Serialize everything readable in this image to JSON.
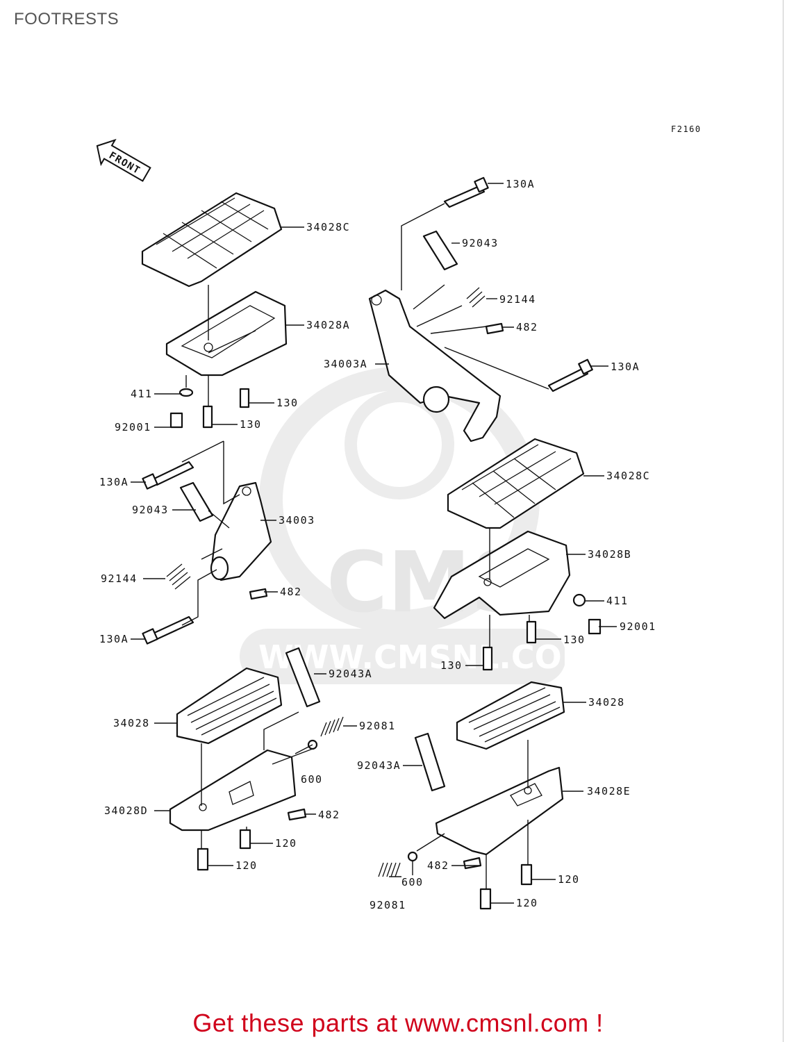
{
  "title": "FOOTRESTS",
  "diagram_code": "F2160",
  "front_arrow_text": "FRONT",
  "watermark": {
    "site_text": "WWW.CMSNL.COM",
    "logo_text": "CMS"
  },
  "callouts": [
    {
      "id": "c-130a-top",
      "label": "130A"
    },
    {
      "id": "c-34028c-left",
      "label": "34028C"
    },
    {
      "id": "c-92043-right",
      "label": "92043"
    },
    {
      "id": "c-92144-right",
      "label": "92144"
    },
    {
      "id": "c-482-right",
      "label": "482"
    },
    {
      "id": "c-34028a",
      "label": "34028A"
    },
    {
      "id": "c-34003a",
      "label": "34003A"
    },
    {
      "id": "c-130a-right",
      "label": "130A"
    },
    {
      "id": "c-411-left",
      "label": "411"
    },
    {
      "id": "c-130-left-a",
      "label": "130"
    },
    {
      "id": "c-92001-left",
      "label": "92001"
    },
    {
      "id": "c-130-left-b",
      "label": "130"
    },
    {
      "id": "c-130a-left-a",
      "label": "130A"
    },
    {
      "id": "c-34028c-right",
      "label": "34028C"
    },
    {
      "id": "c-92043-left",
      "label": "92043"
    },
    {
      "id": "c-34003",
      "label": "34003"
    },
    {
      "id": "c-34028b",
      "label": "34028B"
    },
    {
      "id": "c-92144-left",
      "label": "92144"
    },
    {
      "id": "c-482-left",
      "label": "482"
    },
    {
      "id": "c-411-right",
      "label": "411"
    },
    {
      "id": "c-92001-right",
      "label": "92001"
    },
    {
      "id": "c-130a-left-b",
      "label": "130A"
    },
    {
      "id": "c-130-right-a",
      "label": "130"
    },
    {
      "id": "c-130-right-b",
      "label": "130"
    },
    {
      "id": "c-92043a-left",
      "label": "92043A"
    },
    {
      "id": "c-34028-left",
      "label": "34028"
    },
    {
      "id": "c-92081-left",
      "label": "92081"
    },
    {
      "id": "c-34028-right",
      "label": "34028"
    },
    {
      "id": "c-600-left",
      "label": "600"
    },
    {
      "id": "c-92043a-right",
      "label": "92043A"
    },
    {
      "id": "c-34028e",
      "label": "34028E"
    },
    {
      "id": "c-34028d",
      "label": "34028D"
    },
    {
      "id": "c-482-lower-left",
      "label": "482"
    },
    {
      "id": "c-120-left-a",
      "label": "120"
    },
    {
      "id": "c-120-left-b",
      "label": "120"
    },
    {
      "id": "c-482-lower-right",
      "label": "482"
    },
    {
      "id": "c-120-right-a",
      "label": "120"
    },
    {
      "id": "c-600-right",
      "label": "600"
    },
    {
      "id": "c-92081-right",
      "label": "92081"
    },
    {
      "id": "c-120-right-b",
      "label": "120"
    }
  ],
  "footer": {
    "promo_text": "Get these parts at www.cmsnl.com !"
  },
  "colors": {
    "promo": "#d0021b",
    "line": "#111111",
    "watermark": "#e6e6e6"
  }
}
